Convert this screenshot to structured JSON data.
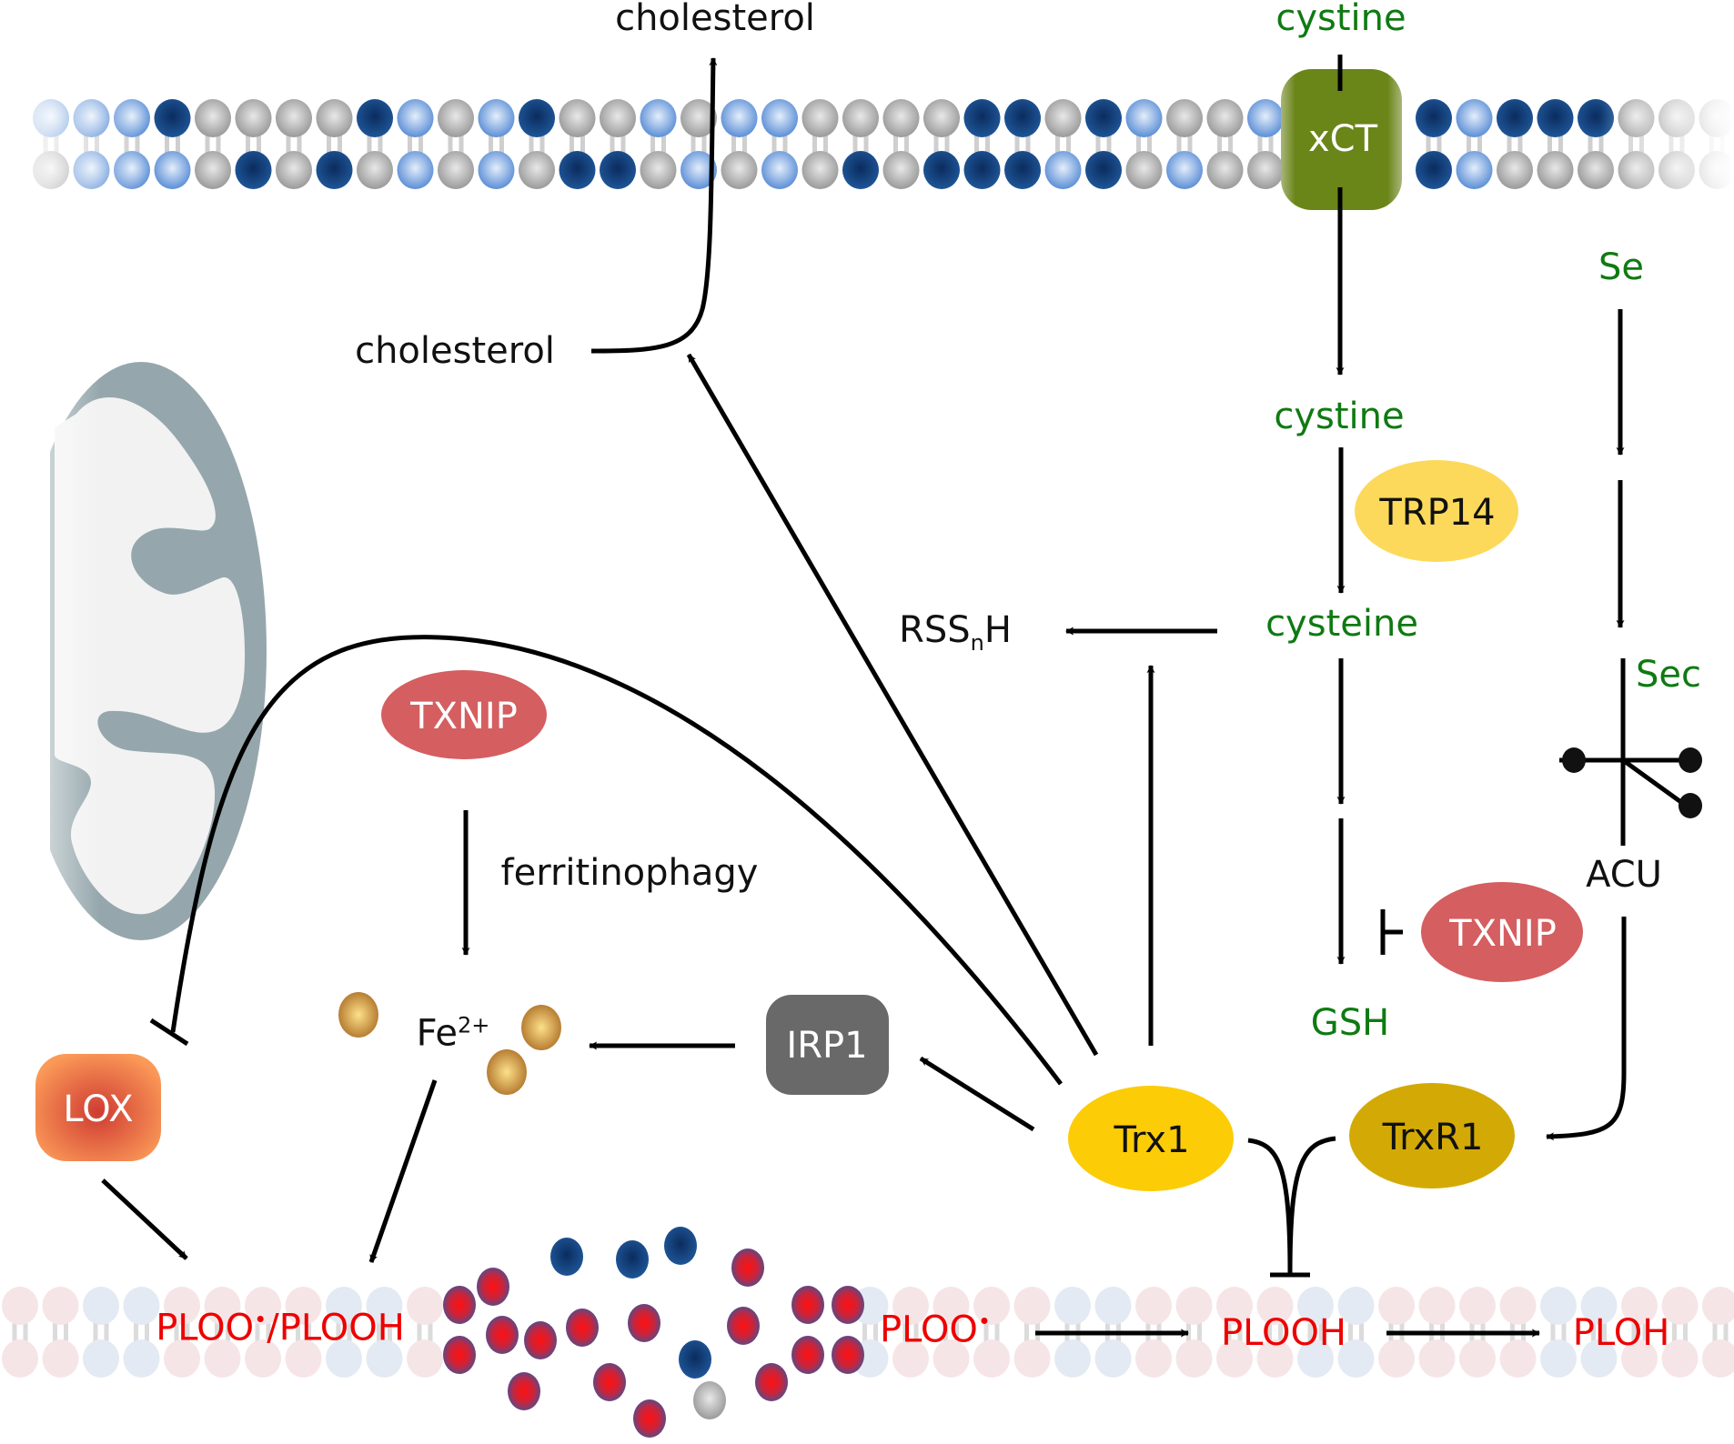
{
  "title": "Trx1/TrxR1 system in ferroptosis regulation",
  "membrane_top": {
    "transporter": {
      "label": "xCT",
      "color": "#6a8518"
    },
    "outside_labels": {
      "cholesterol": "cholesterol",
      "cystine": "cystine"
    }
  },
  "metabolites": {
    "cholesterol_inner": "cholesterol",
    "cystine_inner": "cystine",
    "cysteine": "cysteine",
    "gsh": "GSH",
    "se": "Se",
    "sec": "Sec",
    "acu": "ACU",
    "rssnh_base": "RSS",
    "rssnh_sub": "n",
    "rssnh_tail": "H",
    "fe_base": "Fe",
    "fe_sup": "2+",
    "ferritinophagy": "ferritinophagy"
  },
  "proteins": {
    "txnip_left": {
      "label": "TXNIP",
      "color": "#d45e60"
    },
    "txnip_right": {
      "label": "TXNIP",
      "color": "#d45e60"
    },
    "trp14": {
      "label": "TRP14",
      "color": "#fcd95a"
    },
    "trx1": {
      "label": "Trx1",
      "color": "#fccc06"
    },
    "trxr1": {
      "label": "TrxR1",
      "color": "#d3aa05"
    },
    "irp1": {
      "label": "IRP1",
      "color": "#696969"
    },
    "lox": {
      "label": "LOX",
      "color": "#f6894a"
    }
  },
  "membrane_bottom": {
    "ploo_plooh_a": "PLOO",
    "ploo_plooh_b": "/PLOOH",
    "ploo": "PLOO",
    "plooh": "PLOOH",
    "ploh": "PLOH"
  },
  "colors": {
    "metabolite_green": "#0f7a12",
    "lipid_red": "#ee0000",
    "mito_outer": "#95a7ac",
    "mito_inner": "#f2f2f2"
  }
}
